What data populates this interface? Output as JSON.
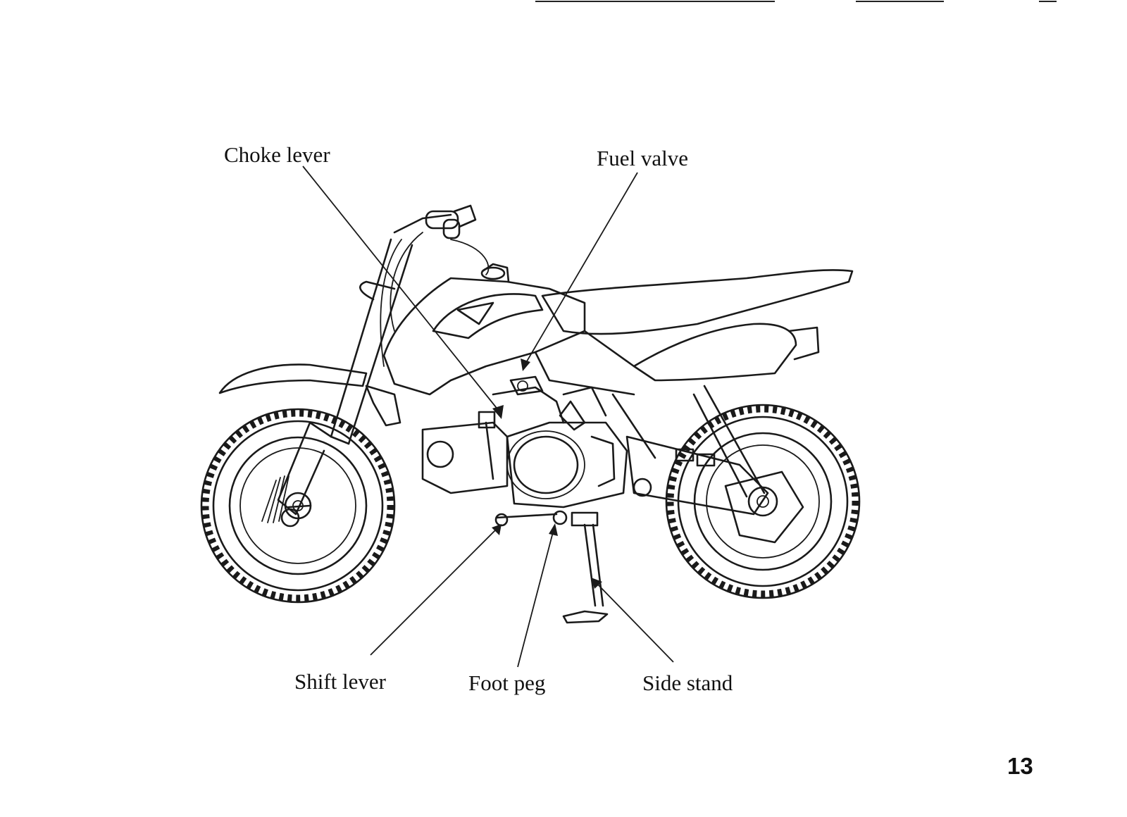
{
  "callouts": {
    "choke_lever": "Choke lever",
    "fuel_valve": "Fuel valve",
    "shift_lever": "Shift lever",
    "foot_peg": "Foot peg",
    "side_stand": "Side stand"
  },
  "page_number": "13"
}
